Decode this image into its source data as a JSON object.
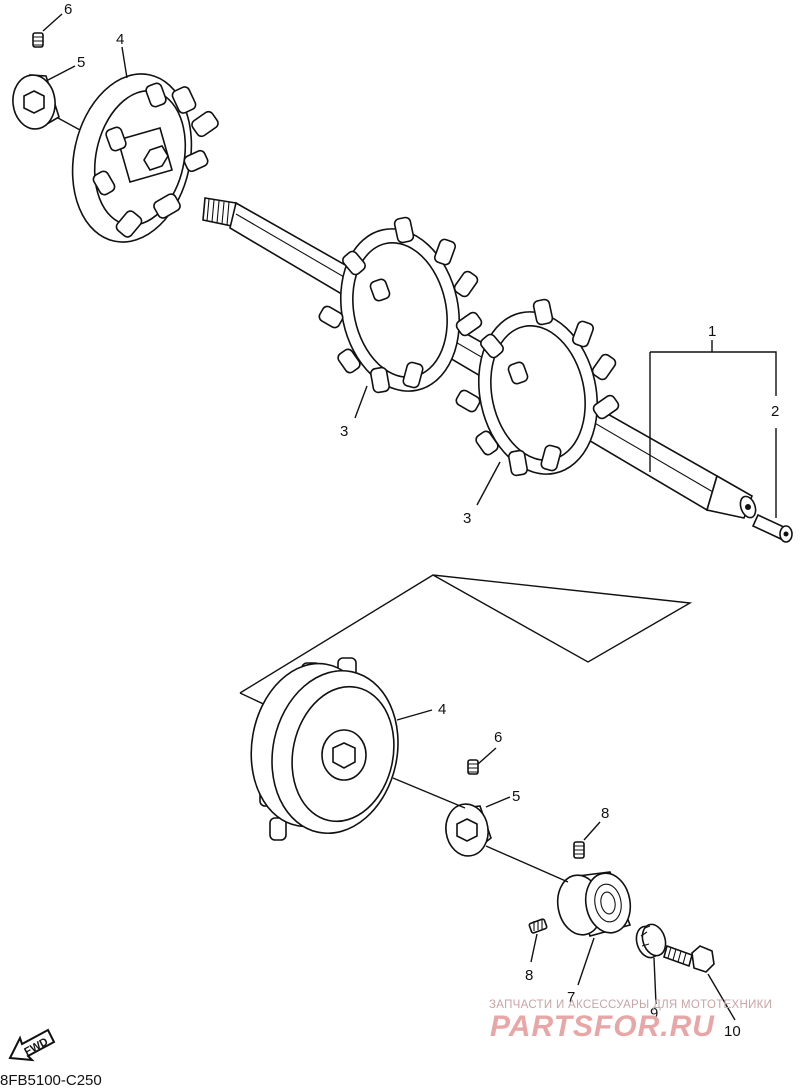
{
  "callouts": {
    "c1": "1",
    "c2": "2",
    "c3a": "3",
    "c3b": "3",
    "c4a": "4",
    "c4b": "4",
    "c5a": "5",
    "c5b": "5",
    "c6a": "6",
    "c6b": "6",
    "c7": "7",
    "c8a": "8",
    "c8b": "8",
    "c9": "9",
    "c10": "10"
  },
  "fwd_label": "FWD",
  "drawing_code": "8FB5100-C250",
  "watermark": {
    "caption": "ЗАПЧАСТИ И АКСЕССУАРЫ ДЛЯ МОТОТЕХНИКИ",
    "logo": "PARTSFOR.RU"
  },
  "colors": {
    "line": "#111111",
    "watermark_logo": "#e8a6a6",
    "watermark_caption": "#c9a3a3"
  }
}
